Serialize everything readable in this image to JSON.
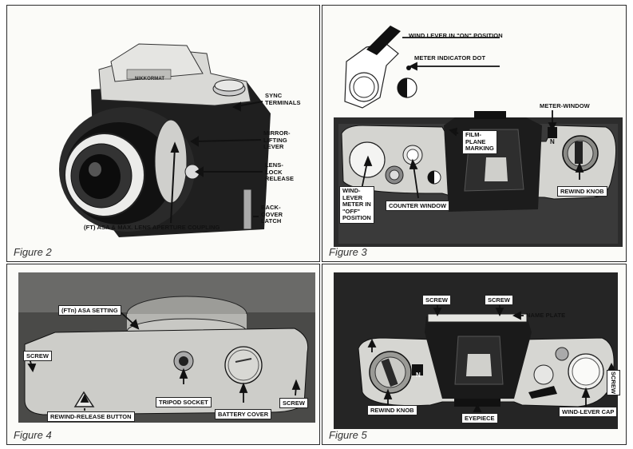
{
  "figures": [
    {
      "caption": "Figure 2"
    },
    {
      "caption": "Figure 3"
    },
    {
      "caption": "Figure 4"
    },
    {
      "caption": "Figure 5"
    }
  ],
  "fig2": {
    "brand": "NIKKORMAT",
    "sync_terminals": [
      "SYNC",
      "TERMINALS"
    ],
    "mirror_lifting_lever": [
      "MIRROR-",
      "LIFTING",
      "LEVER"
    ],
    "lens_lock_release": [
      "LENS-",
      "LOCK",
      "RELEASE"
    ],
    "back_cover_latch": [
      "BACK-",
      "COVER",
      "LATCH"
    ],
    "asa_coupling": "(FT) ASA & MAX. LENS APERTURE COUPLING"
  },
  "fig3": {
    "wind_lever_on": "WIND LEVER IN \"ON\" POSITION",
    "meter_indicator_dot": "METER INDICATOR DOT",
    "meter_window": "METER-WINDOW",
    "film_plane_marking": [
      "FILM-",
      "PLANE",
      "MARKING"
    ],
    "wind_lever_off": [
      "WIND-",
      "LEVER",
      "METER IN",
      "\"OFF\"",
      "POSITION"
    ],
    "counter_window": "COUNTER WINDOW",
    "rewind_knob": "REWIND KNOB",
    "meter_letter": "N"
  },
  "fig4": {
    "asa_setting": "(FTn) ASA SETTING",
    "screw_left": "SCREW",
    "screw_right": "SCREW",
    "rewind_release_button": "REWIND-RELEASE BUTTON",
    "tripod_socket": "TRIPOD SOCKET",
    "battery_cover": "BATTERY COVER"
  },
  "fig5": {
    "screw_a": "SCREW",
    "screw_b": "SCREW",
    "screw_side": "SCREW",
    "name_plate": "NAME PLATE",
    "rewind_knob": "REWIND KNOB",
    "eyepiece": "EYEPIECE",
    "wind_lever_cap": "WIND-LEVER CAP",
    "meter_letter": "N"
  }
}
